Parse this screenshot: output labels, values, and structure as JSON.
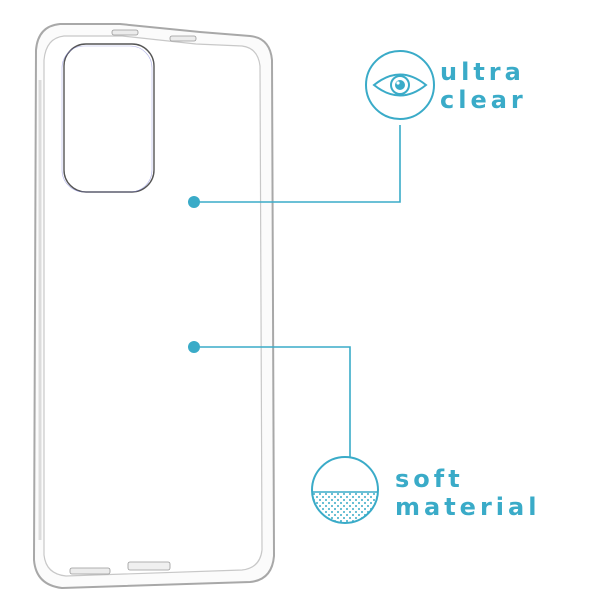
{
  "product": {
    "type": "clear phone back case",
    "features": [
      {
        "id": "ultra-clear",
        "line1": "ultra",
        "line2": "clear",
        "icon": "eye-icon"
      },
      {
        "id": "soft-material",
        "line1": "soft",
        "line2": "material",
        "icon": "soft-material-icon"
      }
    ]
  },
  "colors": {
    "accent": "#3aabc8",
    "case_edge": "#9a9a9a",
    "background": "#ffffff"
  }
}
